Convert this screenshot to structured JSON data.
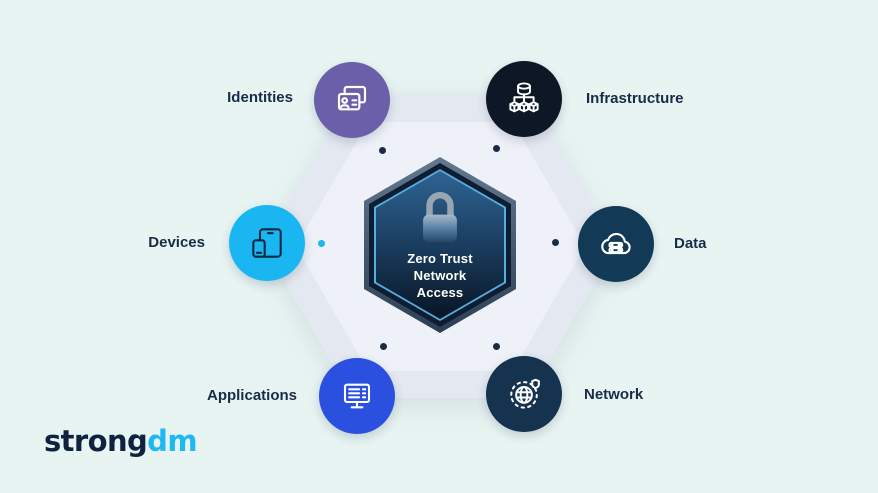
{
  "canvas": {
    "bg": "#e8f4f2"
  },
  "center": {
    "title": "Zero Trust Network Access",
    "icon": "padlock-icon"
  },
  "nodes": [
    {
      "id": "identities",
      "label": "Identities",
      "icon": "identity-card-icon",
      "color": "#6a5fa8",
      "label_side": "left"
    },
    {
      "id": "infrastructure",
      "label": "Infrastructure",
      "icon": "infrastructure-nodes-icon",
      "color": "#0d1726",
      "label_side": "right"
    },
    {
      "id": "data",
      "label": "Data",
      "icon": "data-cloud-icon",
      "color": "#123a57",
      "label_side": "right"
    },
    {
      "id": "network",
      "label": "Network",
      "icon": "network-globe-icon",
      "color": "#15324e",
      "label_side": "right"
    },
    {
      "id": "applications",
      "label": "Applications",
      "icon": "applications-monitor-icon",
      "color": "#2b4fdf",
      "label_side": "left"
    },
    {
      "id": "devices",
      "label": "Devices",
      "icon": "devices-icon",
      "color": "#1ab6f2",
      "label_side": "left"
    }
  ],
  "logo": {
    "text_strong": "strong",
    "text_dm": "dm",
    "color_strong": "#0f2340",
    "color_dm": "#1cb9f2"
  }
}
